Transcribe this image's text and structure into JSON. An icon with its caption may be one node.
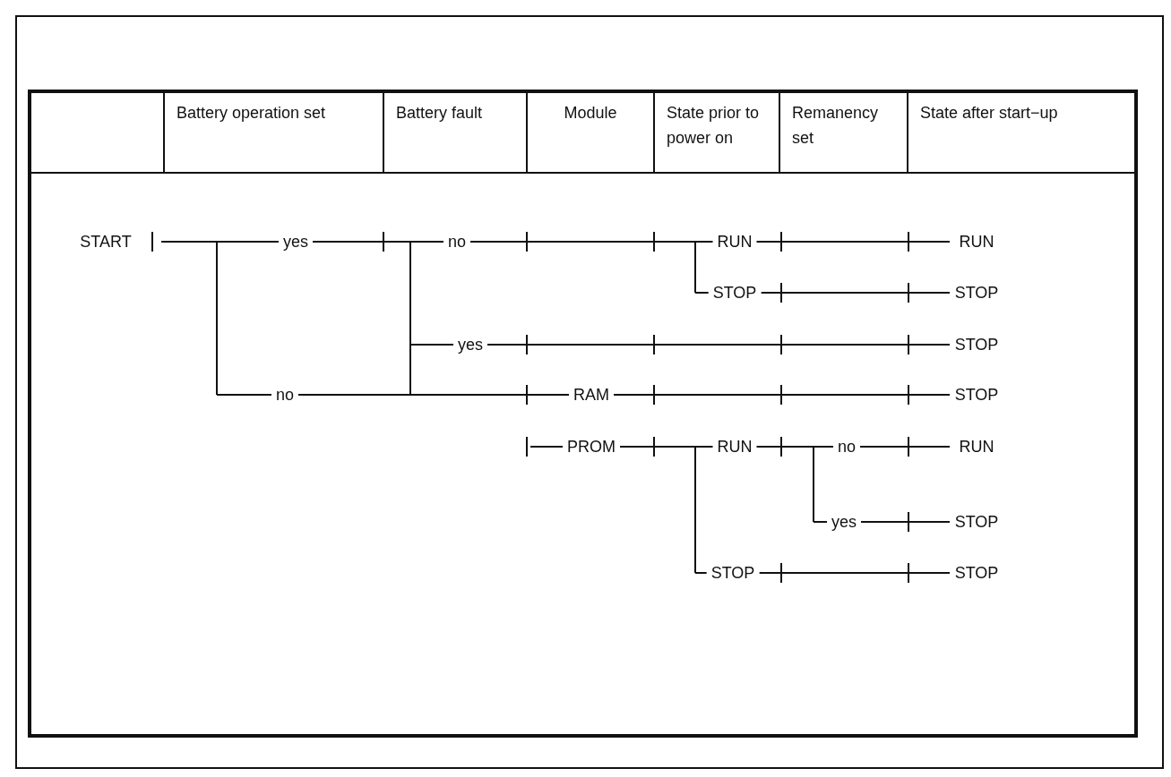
{
  "diagram": {
    "labels": [
      "Battery operation set",
      "Battery fault",
      "Module",
      "State prior to power on",
      "Remanency set",
      "State after start−up",
      "START",
      "yes",
      "no",
      "RUN",
      "RUN",
      "STOP",
      "STOP",
      "yes",
      "STOP",
      "no",
      "RAM",
      "STOP",
      "PROM",
      "RUN",
      "no",
      "RUN",
      "yes",
      "STOP",
      "STOP",
      "STOP"
    ]
  }
}
